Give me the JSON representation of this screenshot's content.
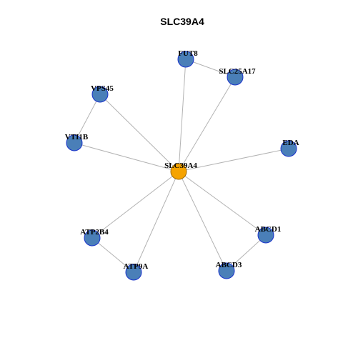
{
  "title": "SLC39A4",
  "colors": {
    "center_fill": "#f5a300",
    "center_stroke": "#a06a00",
    "node_fill": "#4a7fb8",
    "node_stroke": "#1a33cc",
    "edge": "#b3b3b3"
  },
  "nodes": [
    {
      "id": "SLC39A4",
      "label": "SLC39A4",
      "center": true
    },
    {
      "id": "FUT8",
      "label": "FUT8"
    },
    {
      "id": "SLC25A17",
      "label": "SLC25A17"
    },
    {
      "id": "VPS45",
      "label": "VPS45"
    },
    {
      "id": "VTI1B",
      "label": "VTI1B"
    },
    {
      "id": "EDA",
      "label": "EDA"
    },
    {
      "id": "ATP2B4",
      "label": "ATP2B4"
    },
    {
      "id": "ABCD1",
      "label": "ABCD1"
    },
    {
      "id": "ATP9A",
      "label": "ATP9A"
    },
    {
      "id": "ABCD3",
      "label": "ABCD3"
    }
  ],
  "edges": [
    [
      "SLC39A4",
      "FUT8"
    ],
    [
      "SLC39A4",
      "SLC25A17"
    ],
    [
      "SLC39A4",
      "VPS45"
    ],
    [
      "SLC39A4",
      "VTI1B"
    ],
    [
      "SLC39A4",
      "EDA"
    ],
    [
      "SLC39A4",
      "ATP2B4"
    ],
    [
      "SLC39A4",
      "ABCD1"
    ],
    [
      "SLC39A4",
      "ATP9A"
    ],
    [
      "SLC39A4",
      "ABCD3"
    ],
    [
      "FUT8",
      "SLC25A17"
    ],
    [
      "VPS45",
      "VTI1B"
    ],
    [
      "ATP2B4",
      "ATP9A"
    ],
    [
      "ABCD1",
      "ABCD3"
    ]
  ]
}
